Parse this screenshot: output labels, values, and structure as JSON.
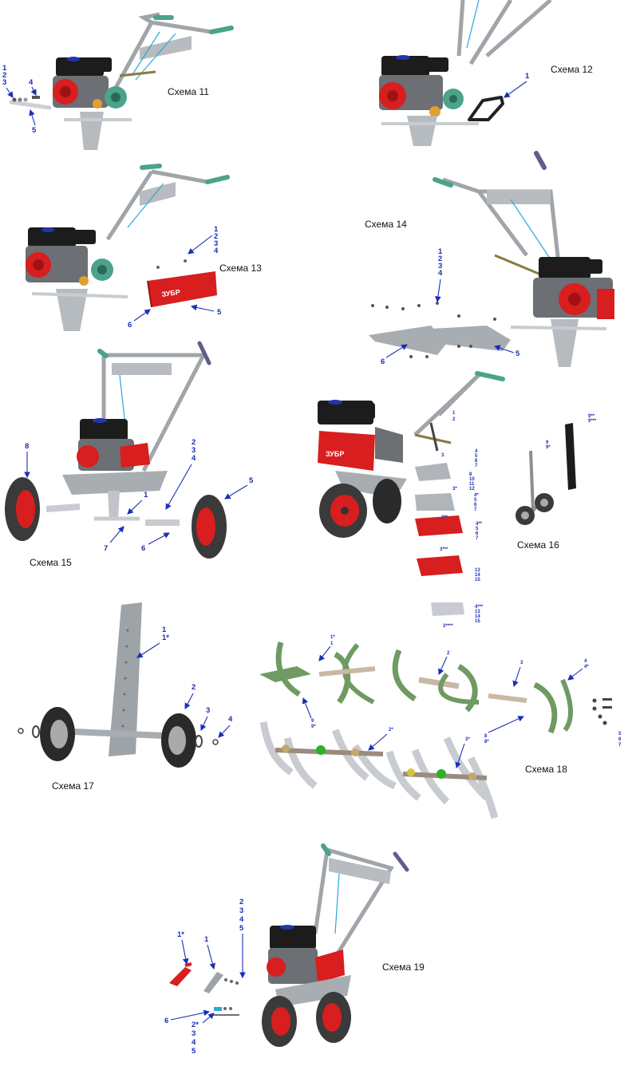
{
  "brand": "ЗУБР",
  "schemes": [
    {
      "id": "s11",
      "title": "Схема 11",
      "labels": [
        [
          "1",
          "2",
          "3"
        ],
        [
          "4"
        ],
        [
          "5"
        ]
      ]
    },
    {
      "id": "s12",
      "title": "Схема 12",
      "labels": [
        [
          "1"
        ]
      ]
    },
    {
      "id": "s13",
      "title": "Схема 13",
      "labels": [
        [
          "1",
          "2",
          "3",
          "4"
        ],
        [
          "5"
        ],
        [
          "6"
        ]
      ]
    },
    {
      "id": "s14",
      "title": "Схема 14",
      "labels": [
        [
          "1",
          "2",
          "3",
          "4"
        ],
        [
          "5"
        ],
        [
          "6"
        ]
      ]
    },
    {
      "id": "s15",
      "title": "Схема 15",
      "labels": [
        [
          "8"
        ],
        [
          "2",
          "3",
          "4"
        ],
        [
          "5"
        ],
        [
          "1"
        ],
        [
          "7"
        ],
        [
          "6"
        ]
      ]
    },
    {
      "id": "s16",
      "title": "Схема 16",
      "labels": [
        [
          "1"
        ],
        [
          "2"
        ],
        [
          "3"
        ],
        [
          "4",
          "5",
          "6",
          "7"
        ],
        [
          "8",
          "10",
          "11",
          "12"
        ],
        [
          "3*"
        ],
        [
          "4*",
          "5",
          "6",
          "7"
        ],
        [
          "3**"
        ],
        [
          "4**",
          "5",
          "6",
          "7"
        ],
        [
          "3***"
        ],
        [
          "13",
          "14",
          "15"
        ],
        [
          "4***",
          "13",
          "14",
          "15"
        ],
        [
          "3****"
        ],
        [
          "9",
          "9*"
        ],
        [
          "9**",
          "9***"
        ]
      ]
    },
    {
      "id": "s17",
      "title": "Схема 17",
      "labels": [
        [
          "1",
          "1*"
        ],
        [
          "2"
        ],
        [
          "3"
        ],
        [
          "4"
        ]
      ]
    },
    {
      "id": "s18",
      "title": "Схема 18",
      "labels": [
        [
          "1*",
          "1"
        ],
        [
          "2"
        ],
        [
          "3"
        ],
        [
          "4",
          "4*"
        ],
        [
          "9",
          "9*"
        ],
        [
          "2*"
        ],
        [
          "3*"
        ],
        [
          "8",
          "8*"
        ],
        [
          "5",
          "6",
          "7"
        ]
      ]
    },
    {
      "id": "s19",
      "title": "Схема 19",
      "labels": [
        [
          "2",
          "3",
          "4",
          "5"
        ],
        [
          "1*"
        ],
        [
          "1"
        ],
        [
          "6"
        ],
        [
          "2*",
          "3",
          "4",
          "5"
        ]
      ]
    }
  ],
  "colors": {
    "callout": "#1a2fb5",
    "engine_red": "#d81e1e",
    "frame_gray": "#9ea3a8",
    "engine_black": "#1c1c1c",
    "handle_green": "#4aa38a",
    "cable_blue": "#2aa8d8",
    "tine_green": "#6f9a62"
  }
}
